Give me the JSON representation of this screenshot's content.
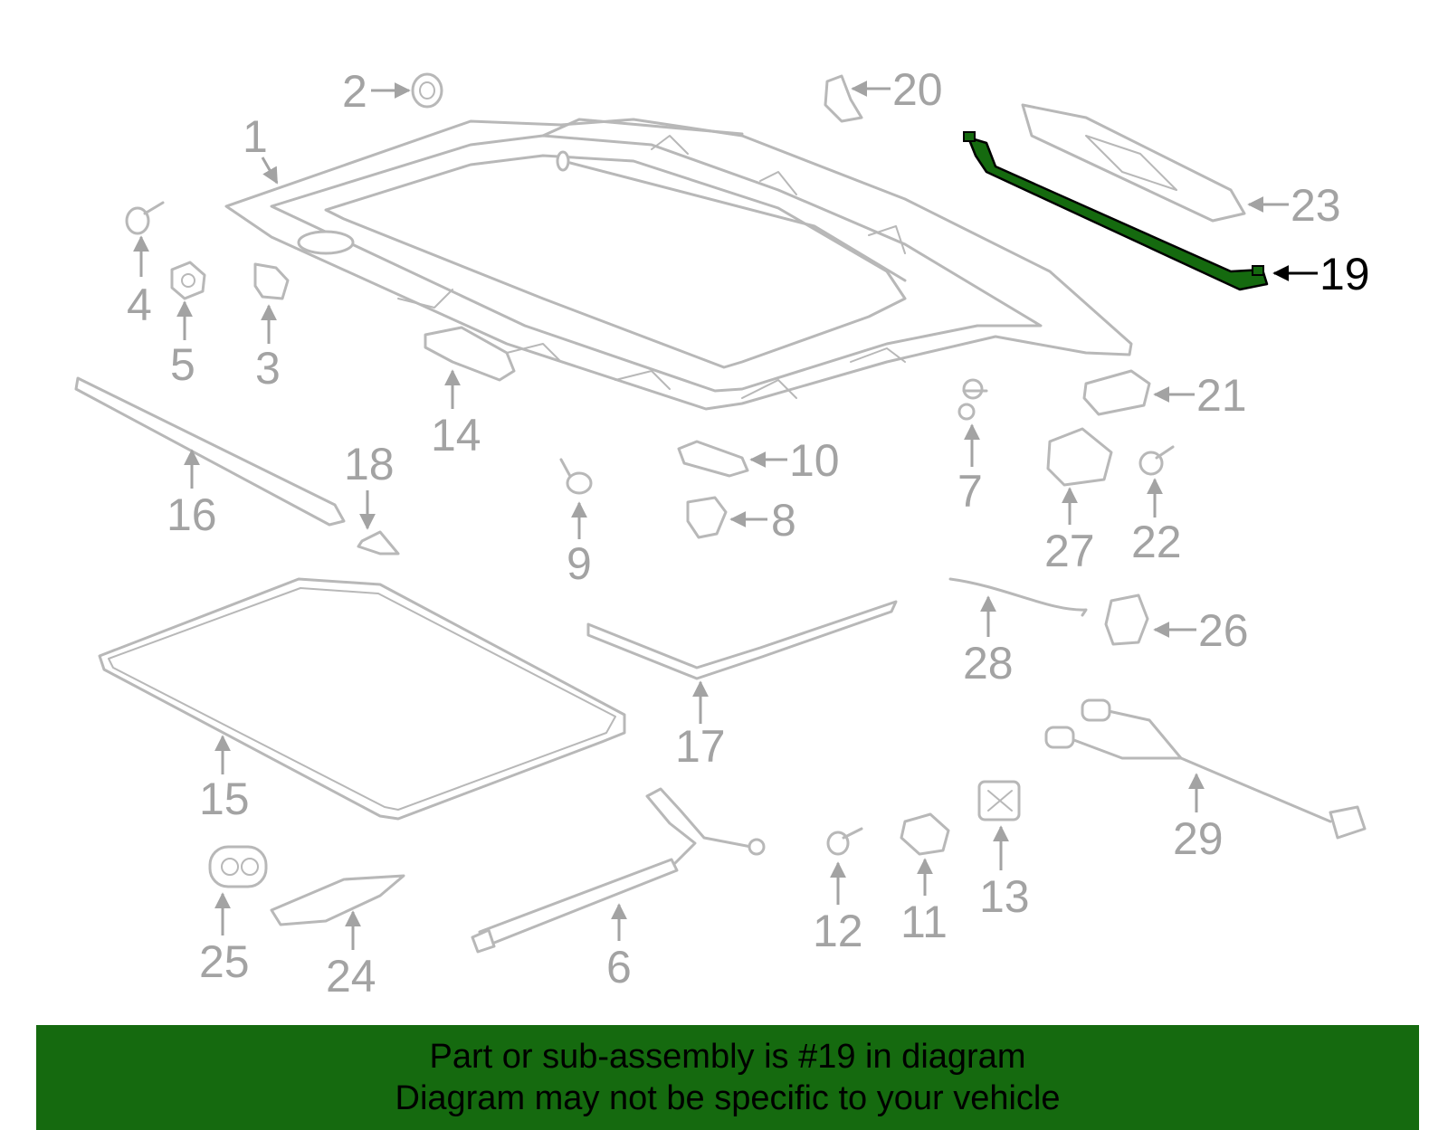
{
  "diagram": {
    "highlight_color": "#156a0f",
    "part_color": "#b8b8b8",
    "label_color": "#a3a3a3",
    "highlighted_part": "19",
    "callouts": {
      "p1": "1",
      "p2": "2",
      "p3": "3",
      "p4": "4",
      "p5": "5",
      "p6": "6",
      "p7": "7",
      "p8": "8",
      "p9": "9",
      "p10": "10",
      "p11": "11",
      "p12": "12",
      "p13": "13",
      "p14": "14",
      "p15": "15",
      "p16": "16",
      "p17": "17",
      "p18": "18",
      "p19": "19",
      "p20": "20",
      "p21": "21",
      "p22": "22",
      "p23": "23",
      "p24": "24",
      "p25": "25",
      "p26": "26",
      "p27": "27",
      "p28": "28",
      "p29": "29"
    }
  },
  "banner": {
    "background": "#156a0f",
    "line1": "Part or sub-assembly is #19 in diagram",
    "line2": "Diagram may not be specific to your vehicle"
  }
}
